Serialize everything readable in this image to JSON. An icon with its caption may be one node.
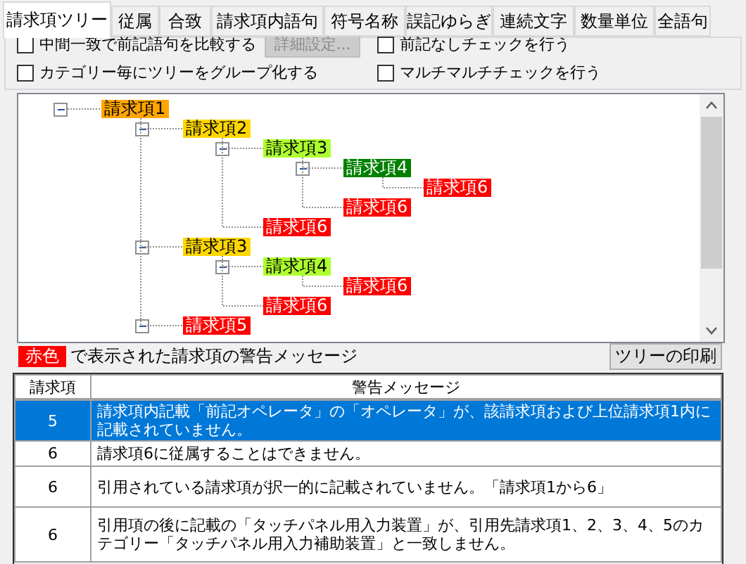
{
  "diagram": {
    "nodes": [
      {
        "text": [
          "請求項1"
        ]
      },
      {
        "text": [
          "請求項2"
        ]
      },
      {
        "text": [
          "請求項3"
        ]
      },
      {
        "text": [
          "請求項4"
        ]
      },
      {
        "text": [
          "請求項6"
        ]
      },
      {
        "text": [
          "請求項6"
        ]
      },
      {
        "text": [
          "請求項6"
        ]
      },
      {
        "text": [
          "請求項3"
        ]
      },
      {
        "text": [
          "請求項4"
        ]
      },
      {
        "text": [
          "請求項6"
        ]
      },
      {
        "text": [
          "請求項6"
        ]
      },
      {
        "text": [
          "請求項5"
        ]
      }
    ],
    "edges": [
      {
        "from": 0,
        "to": 1,
        "arrow": "none",
        "style": "dashed"
      },
      {
        "from": 1,
        "to": 2,
        "arrow": "none",
        "style": "dashed"
      },
      {
        "from": 2,
        "to": 3,
        "arrow": "none",
        "style": "dashed"
      },
      {
        "from": 3,
        "to": 4,
        "arrow": "none",
        "style": "dashed"
      },
      {
        "from": 2,
        "to": 5,
        "arrow": "none",
        "style": "dashed"
      },
      {
        "from": 1,
        "to": 6,
        "arrow": "none",
        "style": "dashed"
      },
      {
        "from": 0,
        "to": 7,
        "arrow": "none",
        "style": "dashed"
      },
      {
        "from": 7,
        "to": 8,
        "arrow": "none",
        "style": "dashed"
      },
      {
        "from": 8,
        "to": 9,
        "arrow": "none",
        "style": "dashed"
      },
      {
        "from": 7,
        "to": 10,
        "arrow": "none",
        "style": "dashed"
      },
      {
        "from": 0,
        "to": 11,
        "arrow": "none",
        "style": "dashed"
      }
    ],
    "labels": [
      "請求項ツリー",
      "従属",
      "合致",
      "請求項内語句",
      "符号名称",
      "誤記ゆらぎ",
      "連続文字",
      "数量単位",
      "全語句",
      "中間一致で前記語句を比較する",
      "詳細設定...",
      "前記なしチェックを行う",
      "カテゴリー毎にツリーをグループ化する",
      "マルチマルチチェックを行う",
      "赤色",
      "で表示された請求項の警告メッセージ",
      "ツリーの印刷",
      "請求項",
      "警告メッセージ",
      "5",
      "請求項内記載「前記オペレータ」の「オペレータ」が、該請求項および上位請求項1内に記載されていません。",
      "6",
      "請求項6に従属することはできません。",
      "6",
      "引用されている請求項が択一的に記載されていません。「請求項1から6」",
      "6",
      "引用項の後に記載の「タッチパネル用入力装置」が、引用先請求項1、2、3、4、5のカテゴリー「タッチパネル用入力補助装置」と一致しません。"
    ]
  }
}
